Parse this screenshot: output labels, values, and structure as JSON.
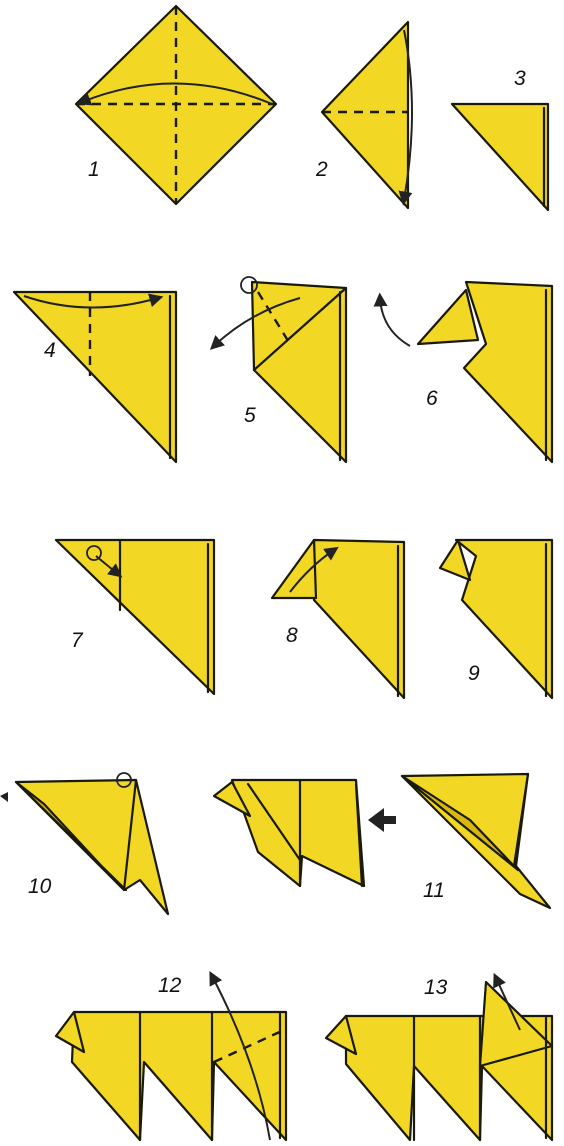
{
  "colors": {
    "paper": "#f2d724",
    "paper_shadow": "#d9b80d",
    "line": "#1a1a0a"
  },
  "steps": [
    {
      "n": "1"
    },
    {
      "n": "2"
    },
    {
      "n": "3"
    },
    {
      "n": "4"
    },
    {
      "n": "5"
    },
    {
      "n": "6"
    },
    {
      "n": "7"
    },
    {
      "n": "8"
    },
    {
      "n": "9"
    },
    {
      "n": "10"
    },
    {
      "n": "11"
    },
    {
      "n": "12"
    },
    {
      "n": "13"
    }
  ]
}
